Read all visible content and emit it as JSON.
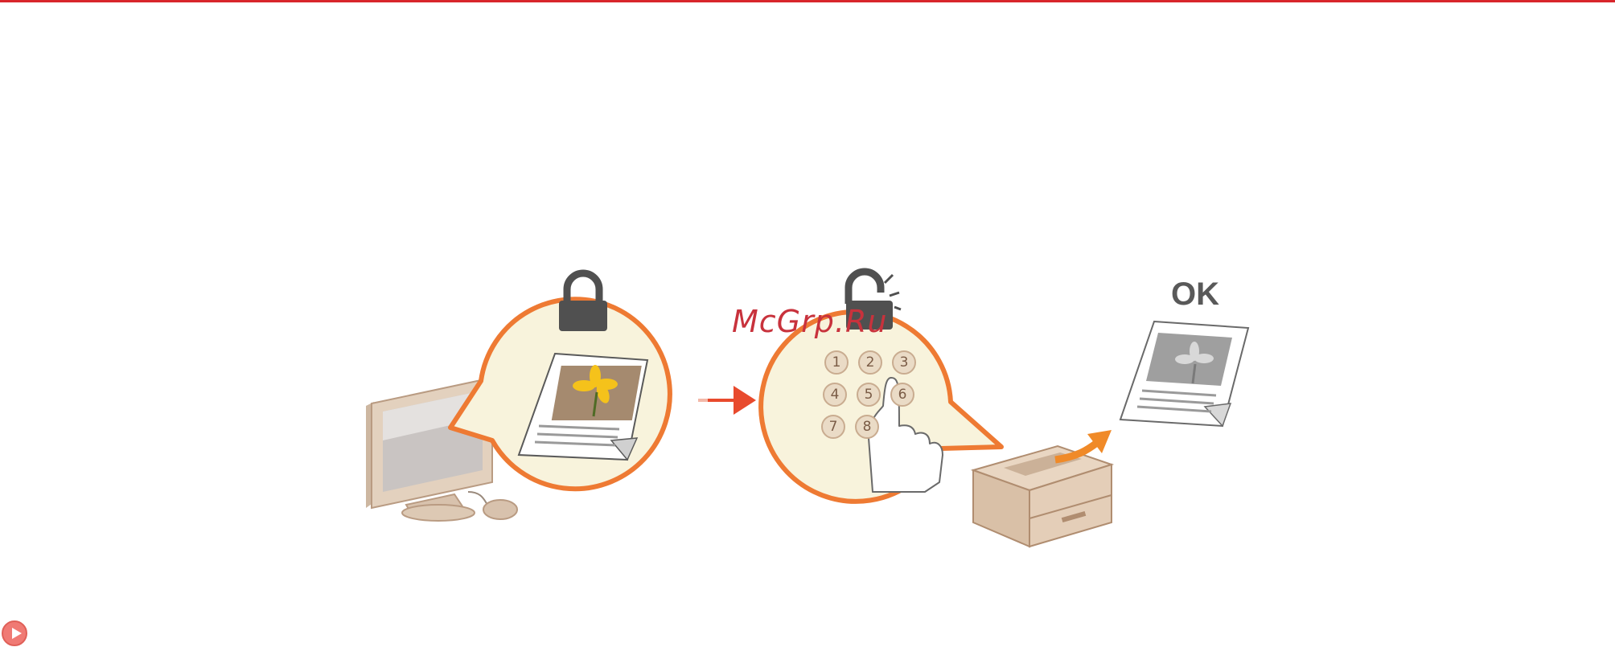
{
  "watermark": "McGrp.Ru",
  "result_label": "OK",
  "keypad": [
    "1",
    "2",
    "3",
    "4",
    "5",
    "6",
    "7",
    "8"
  ],
  "icons": {
    "lock": "locked-padlock-icon",
    "unlock": "unlocked-padlock-icon",
    "play": "play-circle-icon"
  },
  "colors": {
    "accent": "#d8262b",
    "bubble_border": "#ee7a33",
    "bubble_fill": "#f8f3dc",
    "arrow": "#e84a2d",
    "print_arrow": "#f08a28"
  }
}
